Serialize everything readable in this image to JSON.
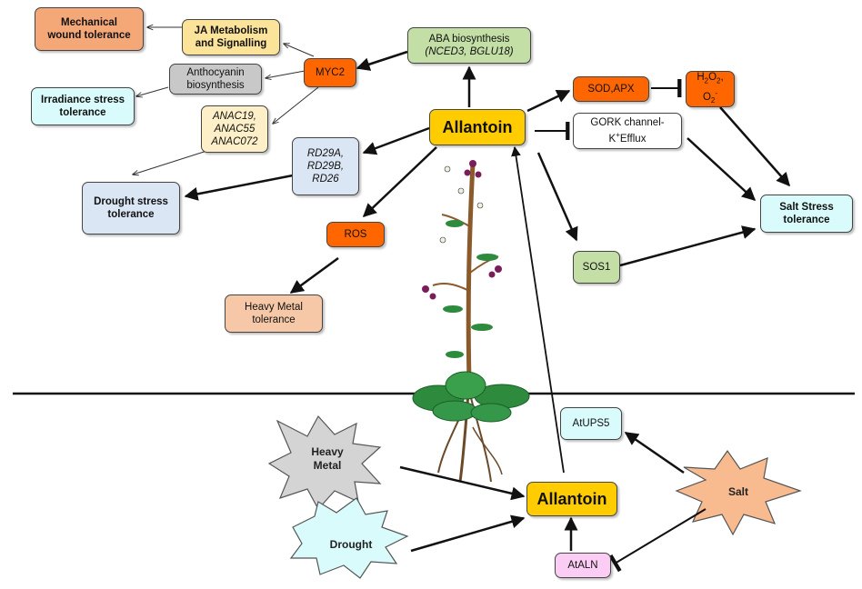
{
  "nodes": {
    "mech_wound": "Mechanical\nwound tolerance",
    "ja": "JA Metabolism\nand Signalling",
    "aba_title": "ABA biosynthesis",
    "aba_genes": "(NCED3, BGLU18)",
    "anthocyanin": "Anthocyanin\nbiosynthesis",
    "myc2": "MYC2",
    "irradiance": "Irradiance stress\ntolerance",
    "anac": "ANAC19,\nANAC55\nANAC072",
    "rd": "RD29A,\nRD29B,\nRD26",
    "drought_tol": "Drought stress\ntolerance",
    "allantoin_top": "Allantoin",
    "sod": "SOD,APX",
    "h2o2_line1": "H",
    "h2o2_sub1": "2",
    "h2o2_mid": "O",
    "h2o2_sub2": "2",
    "h2o2_comma": ",",
    "h2o2_line2": "O",
    "h2o2_sub3": "2",
    "h2o2_sup": "-",
    "gork_line1": "GORK channel-",
    "gork_k": "K",
    "gork_sup": "+",
    "gork_rest": "Efflux",
    "ros": "ROS",
    "sos1": "SOS1",
    "salt_tol": "Salt Stress\ntolerance",
    "heavy_metal_tol": "Heavy Metal\ntolerance",
    "atups5": "AtUPS5",
    "allantoin_bottom": "Allantoin",
    "ataln": "AtALN"
  },
  "stress_factors": {
    "heavy_metal": "Heavy\nMetal",
    "drought": "Drought",
    "salt": "Salt"
  },
  "colors": {
    "orange": "#ff6600",
    "yellow": "#ffcc00",
    "green": "#c4dfa6",
    "cyan": "#d9fbfb",
    "peach": "#f4a878",
    "light_yellow": "#fdf0c8",
    "pale_blue": "#dbe6f4",
    "gray": "#c8c8c8",
    "pink": "#fbcdf5",
    "jaYellow": "#fbe39a",
    "salmon": "#f6c8a8"
  }
}
